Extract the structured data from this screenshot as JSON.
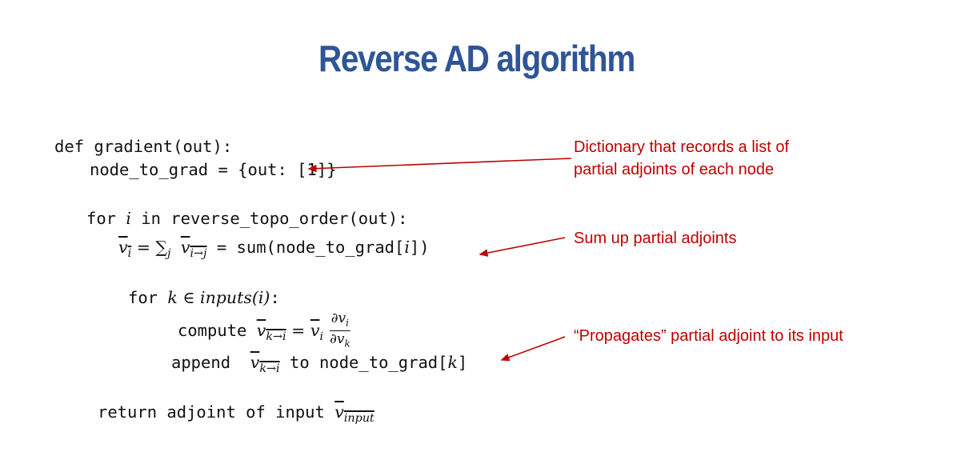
{
  "title": "Reverse AD algorithm",
  "code": {
    "line1": "def gradient(out):",
    "line2": "node_to_grad = {out: [1]}",
    "line3_for": "for ",
    "line3_i": "i",
    "line3_rest": " in reverse_topo_order(out):",
    "line4": {
      "vi": "v",
      "i": "i",
      "eq": " = ",
      "sum": "∑",
      "j": "j",
      "vij": "v",
      "ij": "i→j",
      "rest": " = sum(node_to_grad[",
      "idx": "i",
      "end": "])"
    },
    "line5": {
      "for": "for ",
      "k": "k",
      "in": " ∈ ",
      "inputs": "inputs",
      "arg": "(i)",
      "colon": ":"
    },
    "line6": {
      "compute": "compute ",
      "v": "v",
      "ki": "k→i",
      "eq": " = ",
      "vb": "v",
      "i": "i",
      "num": "∂v",
      "num_sub": "i",
      "den": "∂v",
      "den_sub": "k"
    },
    "line7": {
      "append": "append  ",
      "v": "v",
      "ki": "k→i",
      "to": " to node_to_grad[",
      "k": "k",
      "end": "]"
    },
    "line8": {
      "text": "return adjoint of input ",
      "v": "v",
      "sub": "input"
    }
  },
  "annotations": [
    "Dictionary that records a list of",
    "partial adjoints of each node",
    "Sum up partial adjoints",
    "“Propagates” partial adjoint to its input"
  ],
  "colors": {
    "title": "#2f5597",
    "annotation": "#c00000"
  }
}
